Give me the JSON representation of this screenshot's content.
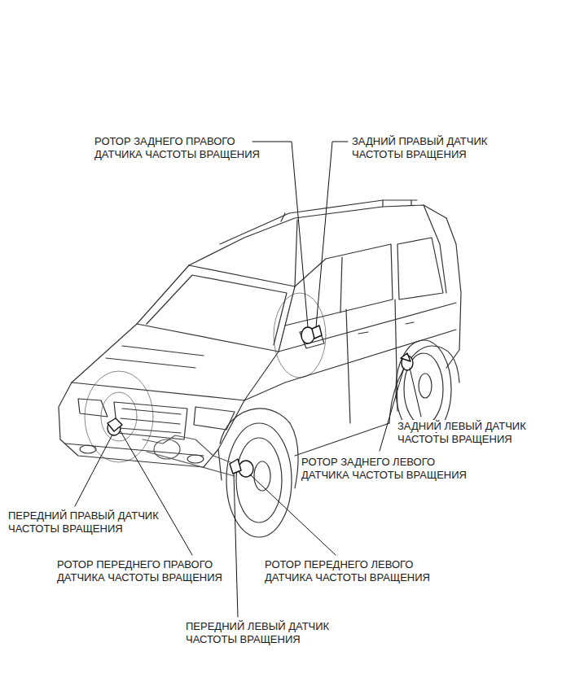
{
  "diagram": {
    "labels": [
      "РОТОР ЗАДНЕГО ПРАВОГО ДАТЧИКА ЧАСТОТЫ ВРАЩЕНИЯ",
      "ЗАДНИЙ ПРАВЫЙ ДАТЧИК ЧАСТОТЫ ВРАЩЕНИЯ",
      "ЗАДНИЙ ЛЕВЫЙ ДАТЧИК ЧАСТОТЫ ВРАЩЕНИЯ",
      "РОТОР ЗАДНЕГО ЛЕВОГО ДАТЧИКА ЧАСТОТЫ ВРАЩЕНИЯ",
      "ПЕРЕДНИЙ ПРАВЫЙ ДАТЧИК ЧАСТОТЫ ВРАЩЕНИЯ",
      "РОТОР ПЕРЕДНЕГО ПРАВОГО ДАТЧИКА ЧАСТОТЫ ВРАЩЕНИЯ",
      "РОТОР ПЕРЕДНЕГО ЛЕВОГО ДАТЧИКА ЧАСТОТЫ ВРАЩЕНИЯ",
      "ПЕРЕДНИЙ ЛЕВЫЙ ДАТЧИК ЧАСТОТЫ ВРАЩЕНИЯ"
    ]
  }
}
